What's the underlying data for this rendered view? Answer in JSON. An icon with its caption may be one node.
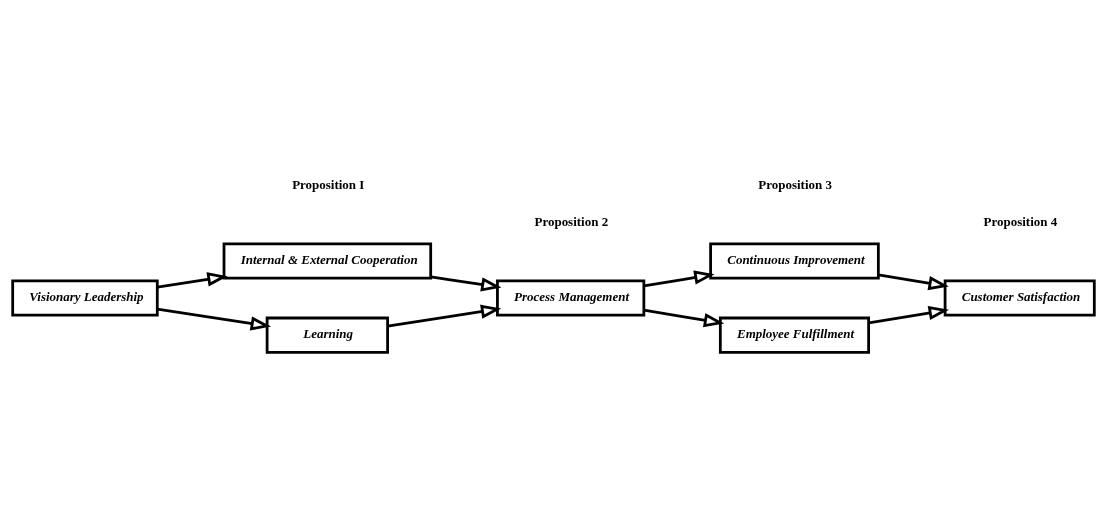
{
  "diagram": {
    "nodes": [
      {
        "text": [
          "Visionary Leadership"
        ]
      },
      {
        "text": [
          "Internal & External Cooperation"
        ]
      },
      {
        "text": [
          "Learning"
        ]
      },
      {
        "text": [
          "Process Management"
        ]
      },
      {
        "text": [
          "Continuous Improvement"
        ]
      },
      {
        "text": [
          "Employee Fulfillment"
        ]
      },
      {
        "text": [
          "Customer Satisfaction"
        ]
      }
    ],
    "edges": [
      {
        "from": 0,
        "to": 1,
        "arrow": "to"
      },
      {
        "from": 0,
        "to": 2,
        "arrow": "to"
      },
      {
        "from": 1,
        "to": 3,
        "arrow": "to"
      },
      {
        "from": 2,
        "to": 3,
        "arrow": "to"
      },
      {
        "from": 3,
        "to": 4,
        "arrow": "to"
      },
      {
        "from": 3,
        "to": 5,
        "arrow": "to"
      },
      {
        "from": 4,
        "to": 6,
        "arrow": "to"
      },
      {
        "from": 5,
        "to": 6,
        "arrow": "to"
      }
    ],
    "labels": [
      "Proposition I",
      "Proposition 2",
      "Proposition 3",
      "Proposition 4"
    ]
  }
}
